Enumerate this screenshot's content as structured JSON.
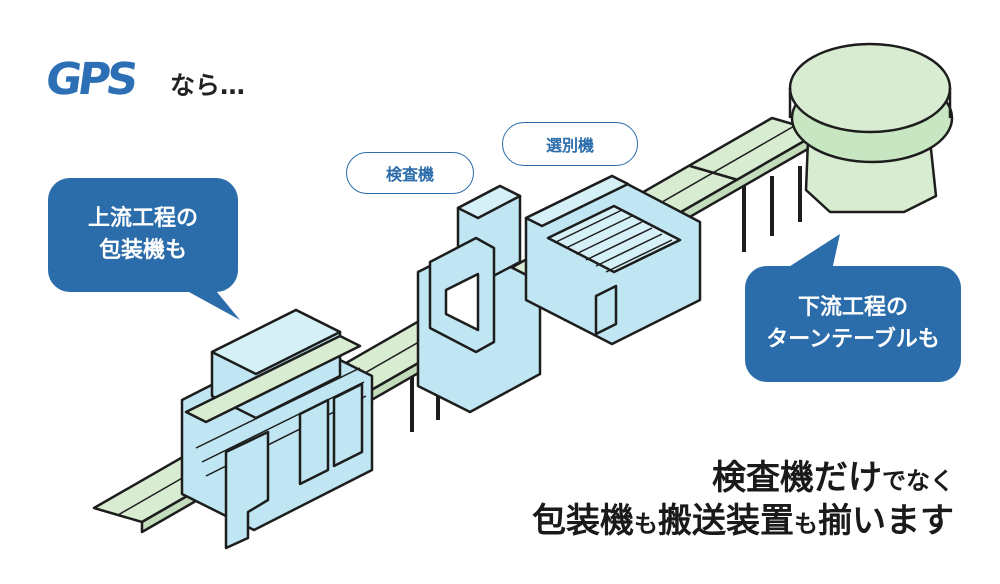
{
  "logo": {
    "text": "GPS",
    "suffix": "なら…"
  },
  "bubbles": {
    "upstream": {
      "line1": "上流工程の",
      "line2": "包装機も"
    },
    "downstream": {
      "line1": "下流工程の",
      "line2": "ターンテーブルも"
    }
  },
  "labels": {
    "inspection": "検査機",
    "sorter": "選別機"
  },
  "headline": {
    "line1": [
      {
        "text": "検査機だけ",
        "size": "big"
      },
      {
        "text": "でなく",
        "size": "small"
      }
    ],
    "line2": [
      {
        "text": "包装機",
        "size": "big"
      },
      {
        "text": "も",
        "size": "small"
      },
      {
        "text": "搬送装置",
        "size": "big"
      },
      {
        "text": "も",
        "size": "small"
      },
      {
        "text": "揃います",
        "size": "big"
      }
    ]
  },
  "colors": {
    "machine_fill": "#bfe6f2",
    "conveyor_fill": "#d7ecd0",
    "outline": "#1d1d1d",
    "accent": "#2b6cab"
  }
}
